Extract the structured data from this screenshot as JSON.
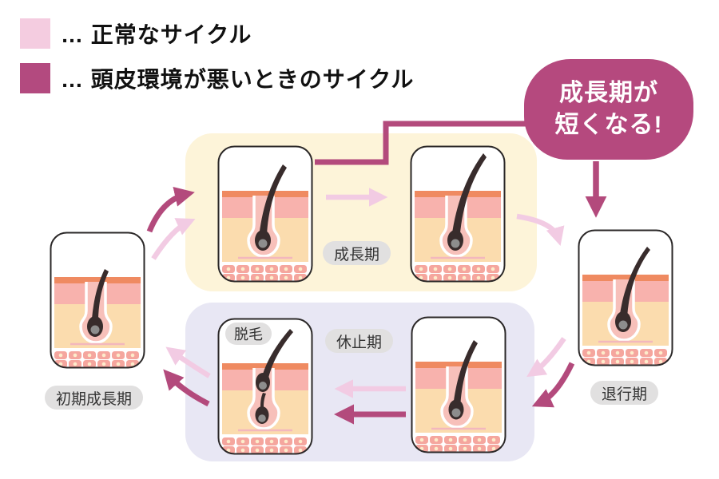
{
  "legend": {
    "items": [
      {
        "id": "normal-cycle",
        "label": "… 正常なサイクル",
        "color": "#f4cce0"
      },
      {
        "id": "bad-scalp-cycle",
        "label": "… 頭皮環境が悪いときのサイクル",
        "color": "#b34a7f"
      }
    ]
  },
  "callout": {
    "line1": "成長期が",
    "line2": "短くなる!",
    "bg_color": "#b5497e",
    "text_color": "#ffffff"
  },
  "labels": {
    "growth": "成長期",
    "regression": "退行期",
    "rest": "休止期",
    "shedding": "脱毛",
    "early_growth": "初期成長期"
  },
  "colors": {
    "normal_cycle_arrow": "#f2cbe3",
    "bad_cycle_arrow": "#b34a7c",
    "growth_panel_bg": "#fdf4d9",
    "rest_panel_bg": "#e8e7f4",
    "label_pill_bg": "#e1e0e0",
    "hair": "#382c2c",
    "epidermis": "#ef8a61",
    "dermis": "#fbdcae"
  }
}
